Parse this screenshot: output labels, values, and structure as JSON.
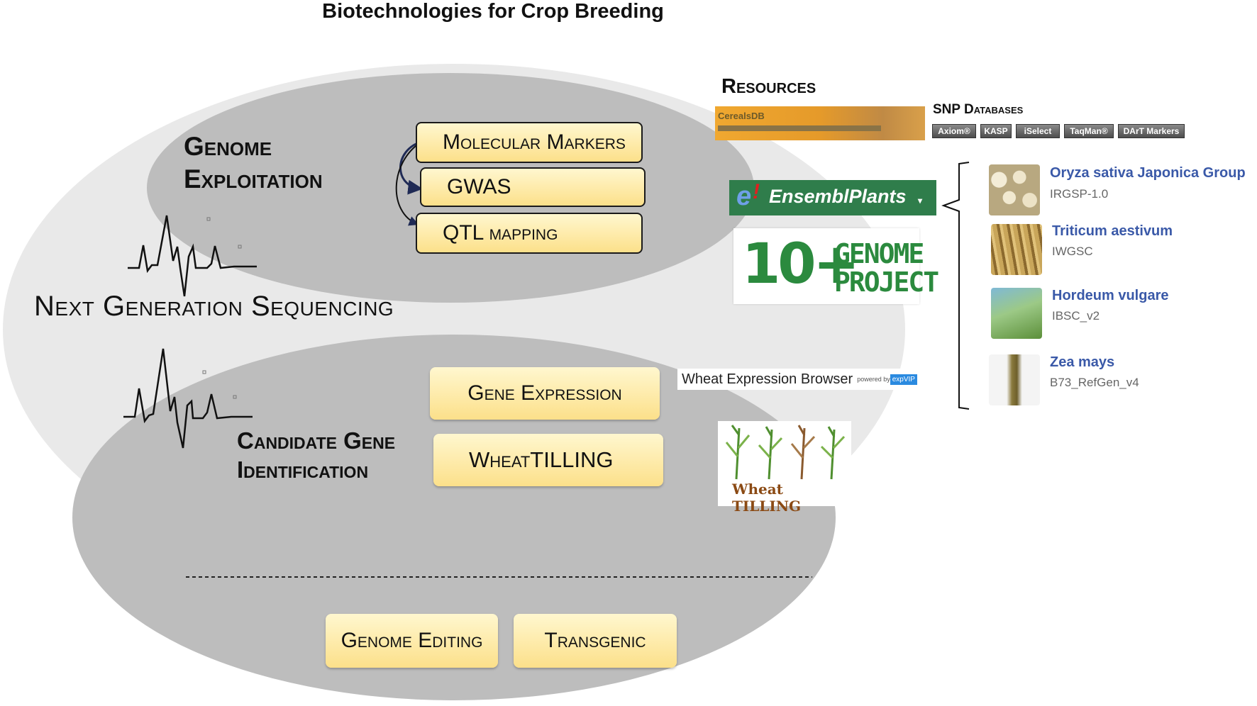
{
  "title": "Biotechnologies for Crop Breeding",
  "genome_exploitation": {
    "heading_line1": "Genome",
    "heading_line2": "Exploitation",
    "boxes": [
      "Molecular Markers",
      "GWAS",
      "QTL mapping"
    ]
  },
  "ngs_label": "Next Generation Sequencing",
  "candidate_gene": {
    "heading_line1": "Candidate Gene",
    "heading_line2": "Identification",
    "boxes": [
      "Gene Expression",
      "WheatTILLING"
    ]
  },
  "bottom_boxes": [
    "Genome Editing",
    "Transgenic"
  ],
  "resources": {
    "title": "Resources",
    "cerealsdb_logo": "CerealsDB",
    "snp_title": "SNP Databases",
    "snp_tags": [
      "Axiom®",
      "KASP",
      "iSelect",
      "TaqMan®",
      "DArT Markers"
    ],
    "ensembl_e": "e",
    "ensembl_text": "EnsemblPlants",
    "genome_project_number": "10+",
    "genome_project_text_1": "GENOME",
    "genome_project_text_2": "PROJECT",
    "expression_browser": "Wheat Expression Browser",
    "expression_powered": "powered by",
    "expression_logo": "expVIP",
    "wheat_tilling_logo": "Wheat TILLING"
  },
  "species": [
    {
      "name": "Oryza sativa Japonica Group",
      "assembly": "IRGSP-1.0"
    },
    {
      "name": "Triticum aestivum",
      "assembly": "IWGSC"
    },
    {
      "name": "Hordeum vulgare",
      "assembly": "IBSC_v2"
    },
    {
      "name": "Zea mays",
      "assembly": "B73_RefGen_v4"
    }
  ],
  "colors": {
    "outer_ellipse": "#e9e9e9",
    "inner_ellipse": "#bdbdbd",
    "box_fill_top": "#fff7cf",
    "box_fill_bottom": "#fce08a",
    "ensembl_green": "#2f7d4b",
    "species_link": "#3a59a8"
  }
}
